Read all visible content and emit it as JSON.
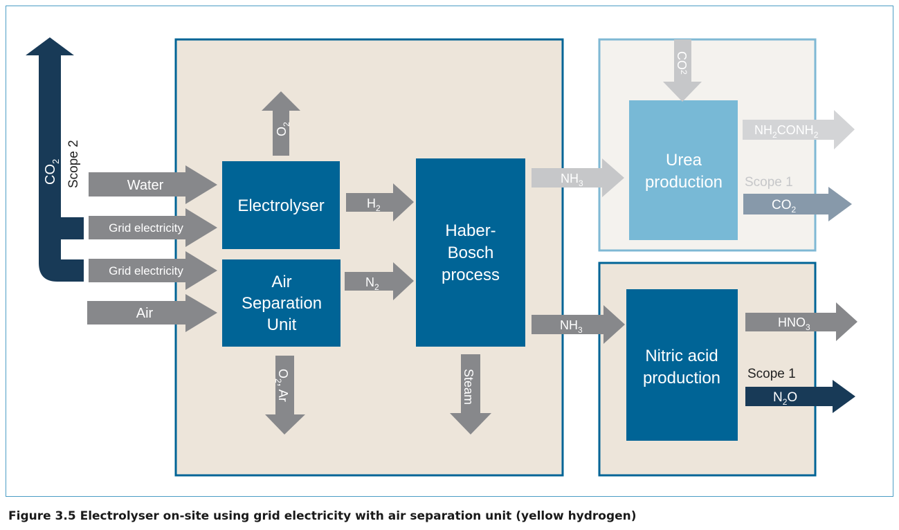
{
  "sidebar": {
    "co2": "CO",
    "co2_sub": "2",
    "scope": "Scope 2"
  },
  "inputs": {
    "water": "Water",
    "grid1": "Grid electricity",
    "grid2": "Grid electricity",
    "air": "Air"
  },
  "boxes": {
    "electrolyser": "Electrolyser",
    "asu_line1": "Air",
    "asu_line2": "Separation",
    "asu_line3": "Unit",
    "hb_line1": "Haber-",
    "hb_line2": "Bosch",
    "hb_line3": "process",
    "urea_line1": "Urea",
    "urea_line2": "production",
    "nitric_line1": "Nitric acid",
    "nitric_line2": "production"
  },
  "flows": {
    "o2_top": "O",
    "o2_top_sub": "2",
    "h2": "H",
    "h2_sub": "2",
    "n2": "N",
    "n2_sub": "2",
    "o2ar_a": "O",
    "o2ar_sub": "2",
    "o2ar_b": ", Ar",
    "steam": "Steam",
    "nh3_top": "NH",
    "nh3_top_sub": "3",
    "nh3_bottom": "NH",
    "nh3_bottom_sub": "3",
    "co2_in": "CO",
    "co2_in_sub": "2",
    "urea_a": "NH",
    "urea_sub1": "2",
    "urea_b": "CONH",
    "urea_sub2": "2",
    "scope1_top": "Scope 1",
    "co2_out": "CO",
    "co2_out_sub": "2",
    "hno3_a": "HNO",
    "hno3_sub": "3",
    "scope1_bottom": "Scope 1",
    "n2o_a": "N",
    "n2o_sub": "2",
    "n2o_b": "O"
  },
  "caption": "Figure 3.5 Electrolyser on-site using grid electricity with air separation unit (yellow hydrogen)",
  "colors": {
    "navy": "#183a57",
    "process_blue": "#006496",
    "urea_blue": "#78b9d6",
    "arrow_grey": "#87888b",
    "beige": "#ede5da",
    "urea_panel": "#f4f2ee",
    "urea_border": "#7fb8d4"
  }
}
